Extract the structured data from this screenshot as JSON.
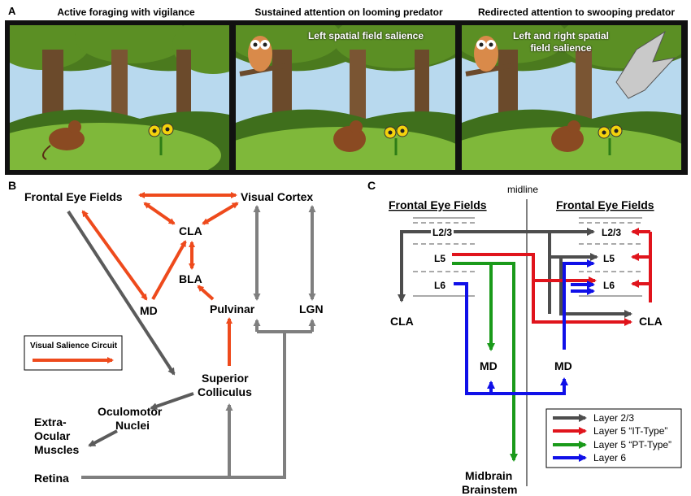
{
  "panel_a": {
    "letter": "A",
    "scenes": [
      {
        "title": "Active foraging with vigilance",
        "overlay": ""
      },
      {
        "title": "Sustained attention on looming predator",
        "overlay": "Left spatial field salience"
      },
      {
        "title": "Redirected attention to swooping predator",
        "overlay": "Left and right spatial field salience"
      }
    ]
  },
  "panel_b": {
    "letter": "B",
    "nodes": {
      "fef": "Frontal Eye Fields",
      "visual_cortex": "Visual Cortex",
      "cla": "CLA",
      "bla": "BLA",
      "md": "MD",
      "pulvinar": "Pulvinar",
      "lgn": "LGN",
      "sc_line1": "Superior",
      "sc_line2": "Colliculus",
      "oculomotor_line1": "Oculomotor",
      "oculomotor_line2": "Nuclei",
      "eom_line1": "Extra-",
      "eom_line2": "Ocular",
      "eom_line3": "Muscles",
      "retina": "Retina"
    },
    "legend": "Visual Salience Circuit",
    "colors": {
      "salience": "#ee4a1c",
      "gray": "#7f7f7f",
      "darkgray": "#5b5b5b"
    }
  },
  "panel_c": {
    "letter": "C",
    "midline": "midline",
    "left_title": "Frontal Eye Fields",
    "right_title": "Frontal Eye Fields",
    "layers_left": [
      "L2/3",
      "L5",
      "L6"
    ],
    "layers_right": [
      "L2/3",
      "L5",
      "L6"
    ],
    "cla_left": "CLA",
    "cla_right": "CLA",
    "md_left": "MD",
    "md_right": "MD",
    "brainstem_line1": "Midbrain",
    "brainstem_line2": "Brainstem",
    "legend": [
      {
        "label": "Layer 2/3",
        "color": "#4d4d4d"
      },
      {
        "label": "Layer 5 “IT-Type”",
        "color": "#e0141c"
      },
      {
        "label": "Layer 5 “PT-Type”",
        "color": "#1a9a1a"
      },
      {
        "label": "Layer 6",
        "color": "#1010e8"
      }
    ]
  }
}
